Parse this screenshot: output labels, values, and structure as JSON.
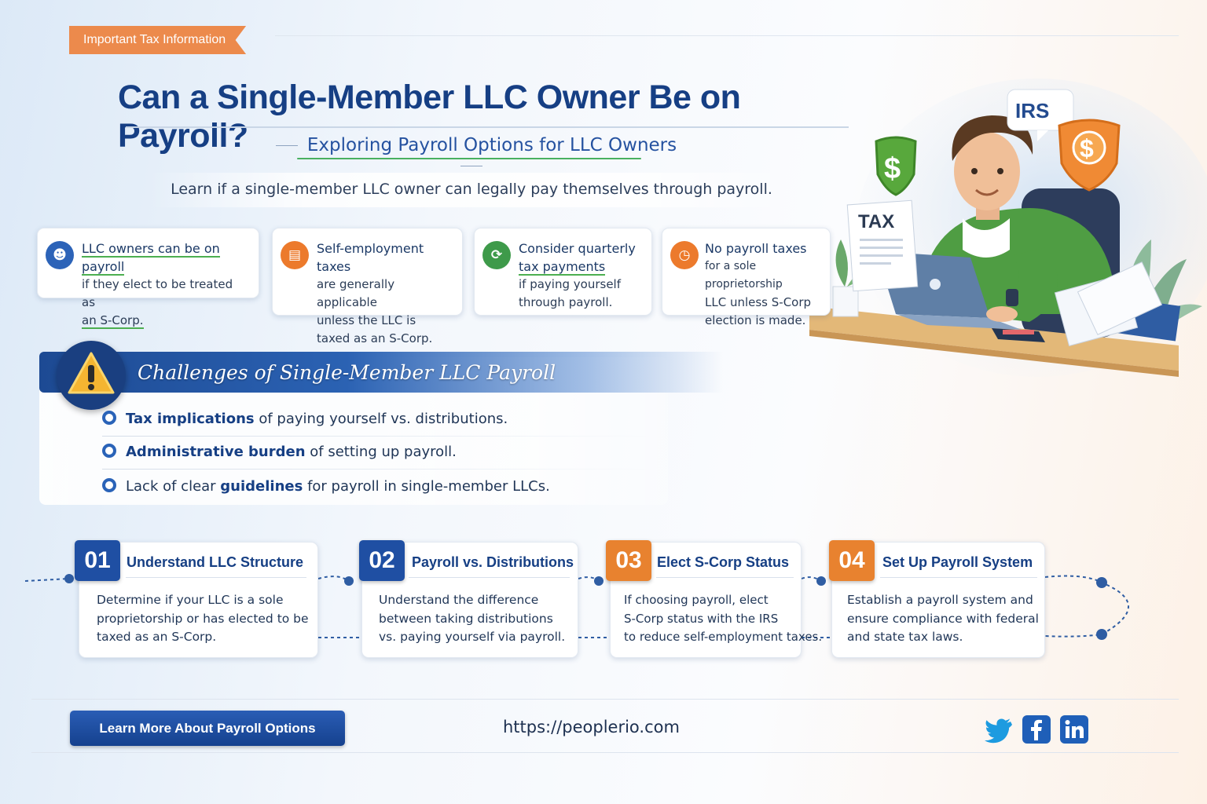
{
  "header": {
    "tag": "Important Tax Information",
    "title": "Can a Single-Member LLC Owner Be on Payroll?",
    "subtitle": "Exploring Payroll Options for LLC Owners",
    "lead": "Learn if a single-member LLC owner can legally pay themselves through payroll."
  },
  "illustration": {
    "irs_label": "IRS",
    "tax_label": "TAX",
    "dollar_symbol": "$"
  },
  "info_cards": [
    {
      "head": "LLC owners can be on payroll",
      "body_1": "if they elect to be treated as",
      "body_2": "an S-Corp.",
      "icon": "person-icon"
    },
    {
      "head": "Self-employment taxes",
      "body_1": "are generally applicable",
      "body_2": "unless the LLC is",
      "body_3": "taxed as an S-Corp.",
      "icon": "document-icon"
    },
    {
      "head_1": "Consider quarterly",
      "head_2": "tax payments",
      "body_1": "if paying yourself",
      "body_2": "through payroll.",
      "icon": "cycle-icon"
    },
    {
      "head": "No payroll taxes",
      "body_1": "for a sole proprietorship",
      "body_2": "LLC unless S-Corp",
      "body_3": "election is made.",
      "icon": "clock-icon"
    }
  ],
  "challenges": {
    "title": "Challenges of Single-Member LLC Payroll",
    "items": [
      {
        "bold": "Tax implications",
        "rest": " of paying yourself vs. distributions."
      },
      {
        "bold": "Administrative burden",
        "rest": " of setting up payroll."
      },
      {
        "bold": "Lack of clear guidelines",
        "rest": " for payroll in single-member LLCs.",
        "bold_plain": "Lack of clear ",
        "bold_strong": "guidelines"
      }
    ]
  },
  "steps": [
    {
      "num": "01",
      "title": "Understand LLC Structure",
      "lines": [
        "Determine if your LLC is a sole",
        "proprietorship or has elected to be",
        "taxed as an S-Corp."
      ],
      "color": "#1f4fa3"
    },
    {
      "num": "02",
      "title": "Payroll vs. Distributions",
      "lines": [
        "Understand the difference",
        "between taking distributions",
        "vs. paying yourself via payroll."
      ],
      "color": "#1f4fa3"
    },
    {
      "num": "03",
      "title": "Elect S-Corp Status",
      "lines": [
        "If choosing payroll, elect",
        "S-Corp status with the IRS",
        "to reduce self-employment taxes."
      ],
      "color": "#e8822f"
    },
    {
      "num": "04",
      "title": "Set Up Payroll System",
      "lines": [
        "Establish a payroll system and",
        "ensure compliance with federal",
        "and state tax laws."
      ],
      "color": "#e8822f"
    }
  ],
  "footer": {
    "cta": "Learn More About Payroll Options",
    "url": "https://peoplerio.com",
    "social": [
      "twitter-icon",
      "facebook-icon",
      "linkedin-icon"
    ]
  },
  "colors": {
    "primary": "#163f84",
    "accent_orange": "#ec8a4c",
    "accent_green": "#4caf50"
  }
}
